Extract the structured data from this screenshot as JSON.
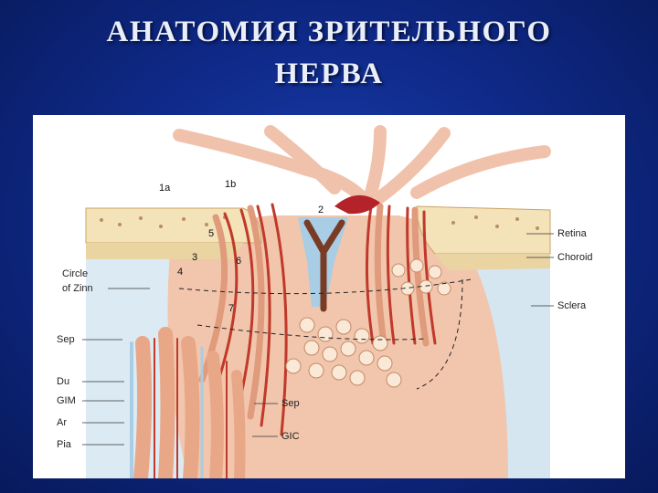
{
  "slide": {
    "title_line1": "АНАТОМИЯ ЗРИТЕЛЬНОГО",
    "title_line2": "НЕРВА"
  },
  "figure": {
    "left_labels": [
      "Circle",
      "of Zinn",
      "Sep",
      "Du",
      "GIM",
      "Ar",
      "Pia"
    ],
    "right_labels": [
      "Retina",
      "Choroid",
      "Sclera"
    ],
    "inner_labels": [
      "Sep",
      "GIC"
    ],
    "region_numbers": [
      "1a",
      "1b",
      "2",
      "3",
      "4",
      "5",
      "6",
      "7"
    ]
  },
  "colors": {
    "background": "#0f2a8a",
    "title": "#e9eef8",
    "nerve_tissue": "#e9b39a",
    "vessel_red": "#b5232a",
    "vessel_blue": "#9ec6e0",
    "retina": "#f2dfb3",
    "sclera": "#cfe1ee"
  }
}
